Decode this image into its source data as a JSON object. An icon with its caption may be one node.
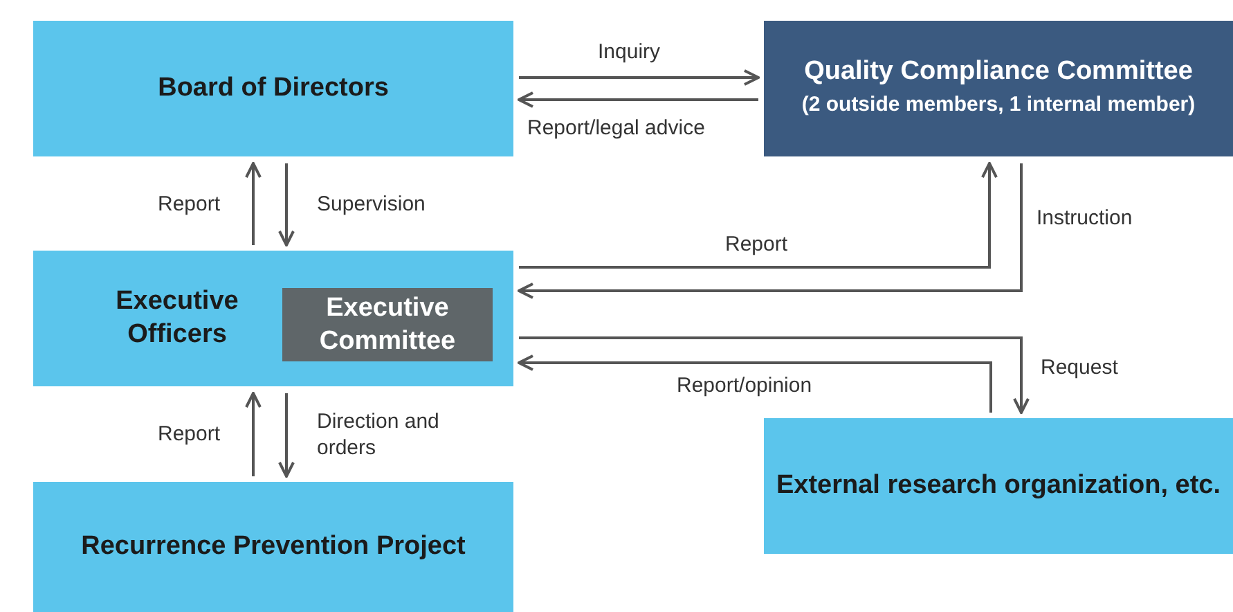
{
  "diagram": {
    "nodes": [
      {
        "text": [
          "Board of Directors"
        ]
      },
      {
        "text": [
          "Quality Compliance Committee",
          "(2 outside members, 1 internal member)"
        ]
      },
      {
        "text": [
          "Executive Officers"
        ]
      },
      {
        "text": [
          "Executive Committee"
        ],
        "in": 2
      },
      {
        "text": [
          "Recurrence Prevention Project"
        ]
      },
      {
        "text": [
          "External research organization, etc."
        ]
      }
    ],
    "edges": [
      {
        "from": 0,
        "to": 1,
        "arrow": "to",
        "label": "Inquiry"
      },
      {
        "from": 1,
        "to": 0,
        "arrow": "to",
        "label": "Report/legal advice"
      },
      {
        "from": 2,
        "to": 0,
        "arrow": "to",
        "label": "Report"
      },
      {
        "from": 0,
        "to": 2,
        "arrow": "to",
        "label": "Supervision"
      },
      {
        "from": 2,
        "to": 1,
        "arrow": "to",
        "label": "Report"
      },
      {
        "from": 1,
        "to": 2,
        "arrow": "to",
        "label": "Instruction"
      },
      {
        "from": 2,
        "to": 5,
        "arrow": "to",
        "label": "Request"
      },
      {
        "from": 5,
        "to": 2,
        "arrow": "to",
        "label": "Report/opinion"
      },
      {
        "from": 4,
        "to": 2,
        "arrow": "to",
        "label": "Report"
      },
      {
        "from": 2,
        "to": 4,
        "arrow": "to",
        "label": "Direction and orders"
      }
    ]
  }
}
